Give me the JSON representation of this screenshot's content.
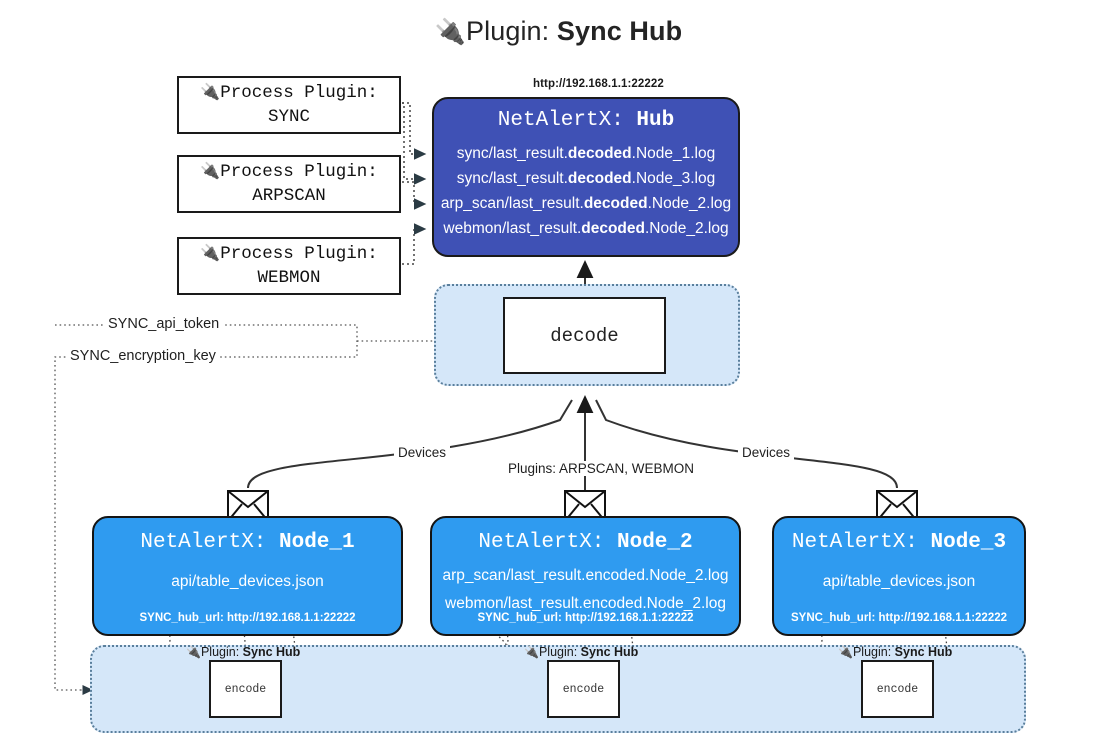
{
  "title": {
    "plug_icon": "plug-icon",
    "prefix": "Plugin: ",
    "name": "Sync Hub"
  },
  "process_plugins": [
    {
      "heading": "Process Plugin:",
      "name": "SYNC",
      "icon": "plug-icon"
    },
    {
      "heading": "Process Plugin:",
      "name": "ARPSCAN",
      "icon": "plug-icon"
    },
    {
      "heading": "Process Plugin:",
      "name": "WEBMON",
      "icon": "plug-icon"
    }
  ],
  "hub": {
    "url": "http://192.168.1.1:22222",
    "title_prefix": "NetAlertX: ",
    "title_name": "Hub",
    "logs": [
      {
        "pre": "sync/last_result.",
        "em": "decoded",
        "post": ".Node_1.log"
      },
      {
        "pre": "sync/last_result.",
        "em": "decoded",
        "post": ".Node_3.log"
      },
      {
        "pre": "arp_scan/last_result.",
        "em": "decoded",
        "post": ".Node_2.log"
      },
      {
        "pre": "webmon/last_result.",
        "em": "decoded",
        "post": ".Node_2.log"
      }
    ]
  },
  "decode": {
    "label": "decode"
  },
  "tokens": [
    {
      "label": "SYNC_api_token"
    },
    {
      "label": "SYNC_encryption_key"
    }
  ],
  "edge_labels": {
    "devices_left": "Devices",
    "devices_right": "Devices",
    "plugins_center": "Plugins: ARPSCAN, WEBMON"
  },
  "nodes": [
    {
      "title_prefix": "NetAlertX: ",
      "title_name": "Node_1",
      "lines": [
        "api/table_devices.json"
      ],
      "url_label": "SYNC_hub_url: http://192.168.1.1:22222",
      "envelope_icon": "envelope-icon"
    },
    {
      "title_prefix": "NetAlertX: ",
      "title_name": "Node_2",
      "lines": [
        "arp_scan/last_result.encoded.Node_2.log",
        "webmon/last_result.encoded.Node_2.log"
      ],
      "url_label": "SYNC_hub_url: http://192.168.1.1:22222",
      "envelope_icon": "envelope-icon"
    },
    {
      "title_prefix": "NetAlertX: ",
      "title_name": "Node_3",
      "lines": [
        "api/table_devices.json"
      ],
      "url_label": "SYNC_hub_url: http://192.168.1.1:22222",
      "envelope_icon": "envelope-icon"
    }
  ],
  "encoders": [
    {
      "caption_prefix": "Plugin: ",
      "caption_name": "Sync Hub",
      "box_label": "encode",
      "icon": "plug-icon"
    },
    {
      "caption_prefix": "Plugin: ",
      "caption_name": "Sync Hub",
      "box_label": "encode",
      "icon": "plug-icon"
    },
    {
      "caption_prefix": "Plugin: ",
      "caption_name": "Sync Hub",
      "box_label": "encode",
      "icon": "plug-icon"
    }
  ],
  "colors": {
    "hub_fill": "#3f51b5",
    "node_fill": "#2f9bf0",
    "band_fill": "#d5e7f9",
    "band_border": "#5a7f9c",
    "stroke": "#1a1a1a"
  }
}
